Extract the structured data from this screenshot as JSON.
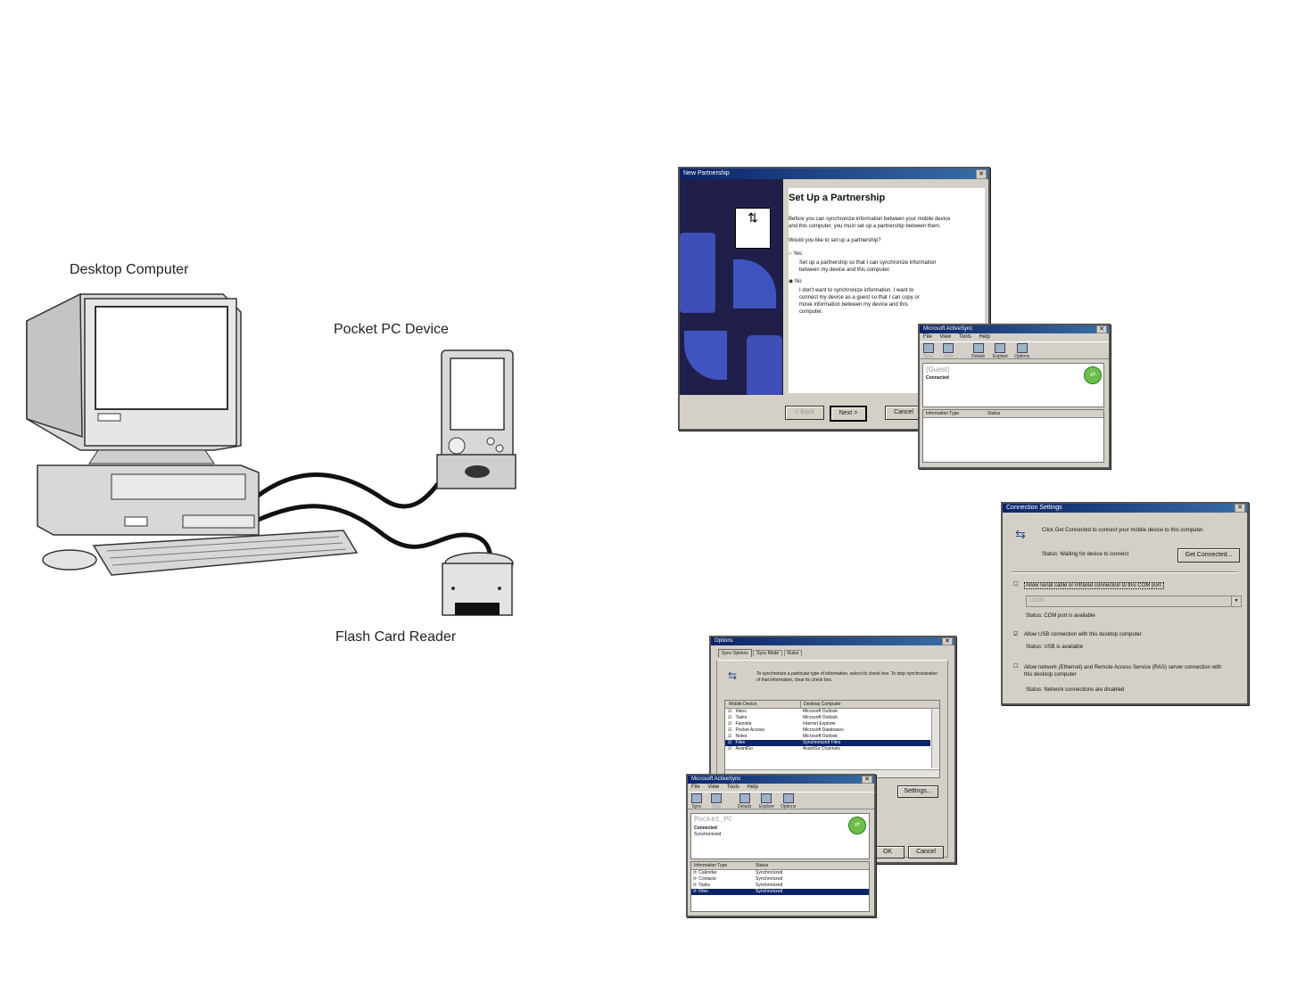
{
  "diagram": {
    "desktop_label": "Desktop Computer",
    "pocketpc_label": "Pocket PC Device",
    "flashreader_label": "Flash Card Reader"
  },
  "partnership": {
    "title": "New Partnership",
    "heading": "Set Up a Partnership",
    "body": "Before you can synchronize information between your mobile device and this computer, you must set up a partnership between them.",
    "question": "Would you like to set up a partnership?",
    "yes_label": "Yes",
    "yes_desc": "Set up a partnership so that I can synchronize information between my device and this computer.",
    "no_label": "No",
    "no_desc": "I don't want to synchronize information. I want to connect my device as a guest so that I can copy or move information between my device and this computer.",
    "back_label": "< Back",
    "next_label": "Next >",
    "cancel_label": "Cancel"
  },
  "activesync_guest": {
    "title": "Microsoft ActiveSync",
    "menu": [
      "File",
      "View",
      "Tools",
      "Help"
    ],
    "toolbar": [
      "Sync",
      "Stop",
      "Details",
      "Explore",
      "Options"
    ],
    "device_name": "(Guest)",
    "status": "Connected",
    "col_info_type": "Information Type",
    "col_status": "Status"
  },
  "connection_settings": {
    "title": "Connection Settings",
    "intro": "Click Get Connected to connect your mobile device to this computer.",
    "status_wait": "Status:  Waiting for device to connect",
    "get_connected": "Get Connected...",
    "serial_label": "Allow serial cable or infrared connection to this COM port:",
    "com_value": "COM1",
    "com_status": "Status:    COM port is available",
    "usb_label": "Allow USB connection with this desktop computer",
    "usb_status": "Status:    USB is available",
    "network_label": "Allow network (Ethernet) and Remote Access Service (RAS) server connection with this desktop computer",
    "network_status": "Status:    Network connections are disabled"
  },
  "options": {
    "title": "Options",
    "tabs": [
      "Sync Options",
      "Sync Mode",
      "Rules"
    ],
    "desc": "To synchronize a particular type of information, select its check box. To stop synchronization of that information, clear its check box.",
    "col_mobile": "Mobile Device",
    "col_desktop": "Desktop Computer",
    "rows": [
      {
        "device": "Inbox",
        "desktop": "Microsoft Outlook"
      },
      {
        "device": "Tasks",
        "desktop": "Microsoft Outlook"
      },
      {
        "device": "Favorite",
        "desktop": "Internet Explorer"
      },
      {
        "device": "Pocket Access",
        "desktop": "Microsoft Databases"
      },
      {
        "device": "Notes",
        "desktop": "Microsoft Outlook"
      },
      {
        "device": "Files",
        "desktop": "Synchronized Files"
      },
      {
        "device": "AvantGo",
        "desktop": "AvantGo Channels"
      }
    ],
    "settings_label": "Settings...",
    "ok_label": "OK",
    "cancel_label": "Cancel"
  },
  "activesync_pocket": {
    "title": "Microsoft ActiveSync",
    "menu": [
      "File",
      "View",
      "Tools",
      "Help"
    ],
    "toolbar": [
      "Sync",
      "Stop",
      "Details",
      "Explore",
      "Options"
    ],
    "device_name": "Pocket_PC",
    "status1": "Connected",
    "status2": "Synchronized",
    "col_info_type": "Information Type",
    "col_status": "Status",
    "rows": [
      {
        "type": "Calendar",
        "status": "Synchronized"
      },
      {
        "type": "Contacts",
        "status": "Synchronized"
      },
      {
        "type": "Tasks",
        "status": "Synchronized"
      },
      {
        "type": "Files",
        "status": "Synchronized"
      }
    ]
  }
}
